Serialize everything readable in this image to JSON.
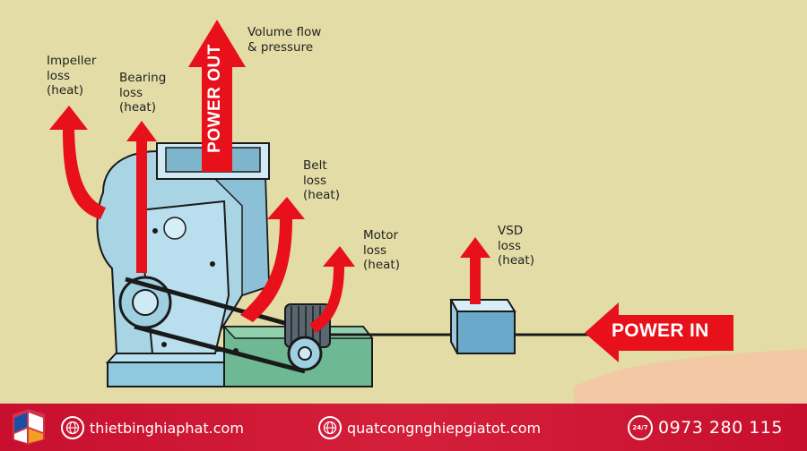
{
  "labels": {
    "impeller": "Impeller\nloss\n(heat)",
    "bearing": "Bearing\nloss\n(heat)",
    "volume": "Volume flow\n& pressure",
    "belt": "Belt\nloss\n(heat)",
    "motor": "Motor\nloss\n(heat)",
    "vsd": "VSD\nloss\n(heat)",
    "power_out": "POWER OUT",
    "power_in": "POWER IN"
  },
  "footer": {
    "website1": "thietbinghiaphat.com",
    "website2": "quatcongnghiepgiatot.com",
    "phone": "0973 280 115",
    "phone_badge": "24/7"
  },
  "colors": {
    "arrow": "#e8101a",
    "machine": "#a8d4e4",
    "footer": "#c8102e",
    "background": "#e3dca6"
  }
}
